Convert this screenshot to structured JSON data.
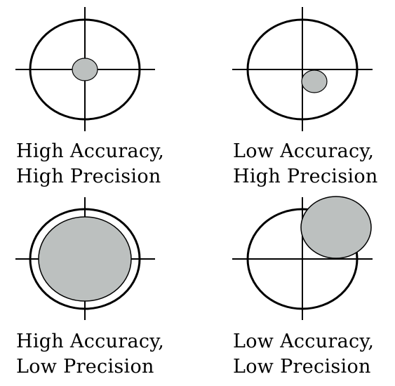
{
  "panels": [
    {
      "id": "high-accuracy-high-precision",
      "caption_line1": "High Accuracy,",
      "caption_line2": "High Precision"
    },
    {
      "id": "low-accuracy-high-precision",
      "caption_line1": "Low Accuracy,",
      "caption_line2": "High Precision"
    },
    {
      "id": "high-accuracy-low-precision",
      "caption_line1": "High Accuracy,",
      "caption_line2": "Low Precision"
    },
    {
      "id": "low-accuracy-low-precision",
      "caption_line1": "Low Accuracy,",
      "caption_line2": "Low Precision"
    }
  ],
  "colors": {
    "stroke": "#000000",
    "shot_fill": "#bcc0bf",
    "background": "#ffffff"
  }
}
